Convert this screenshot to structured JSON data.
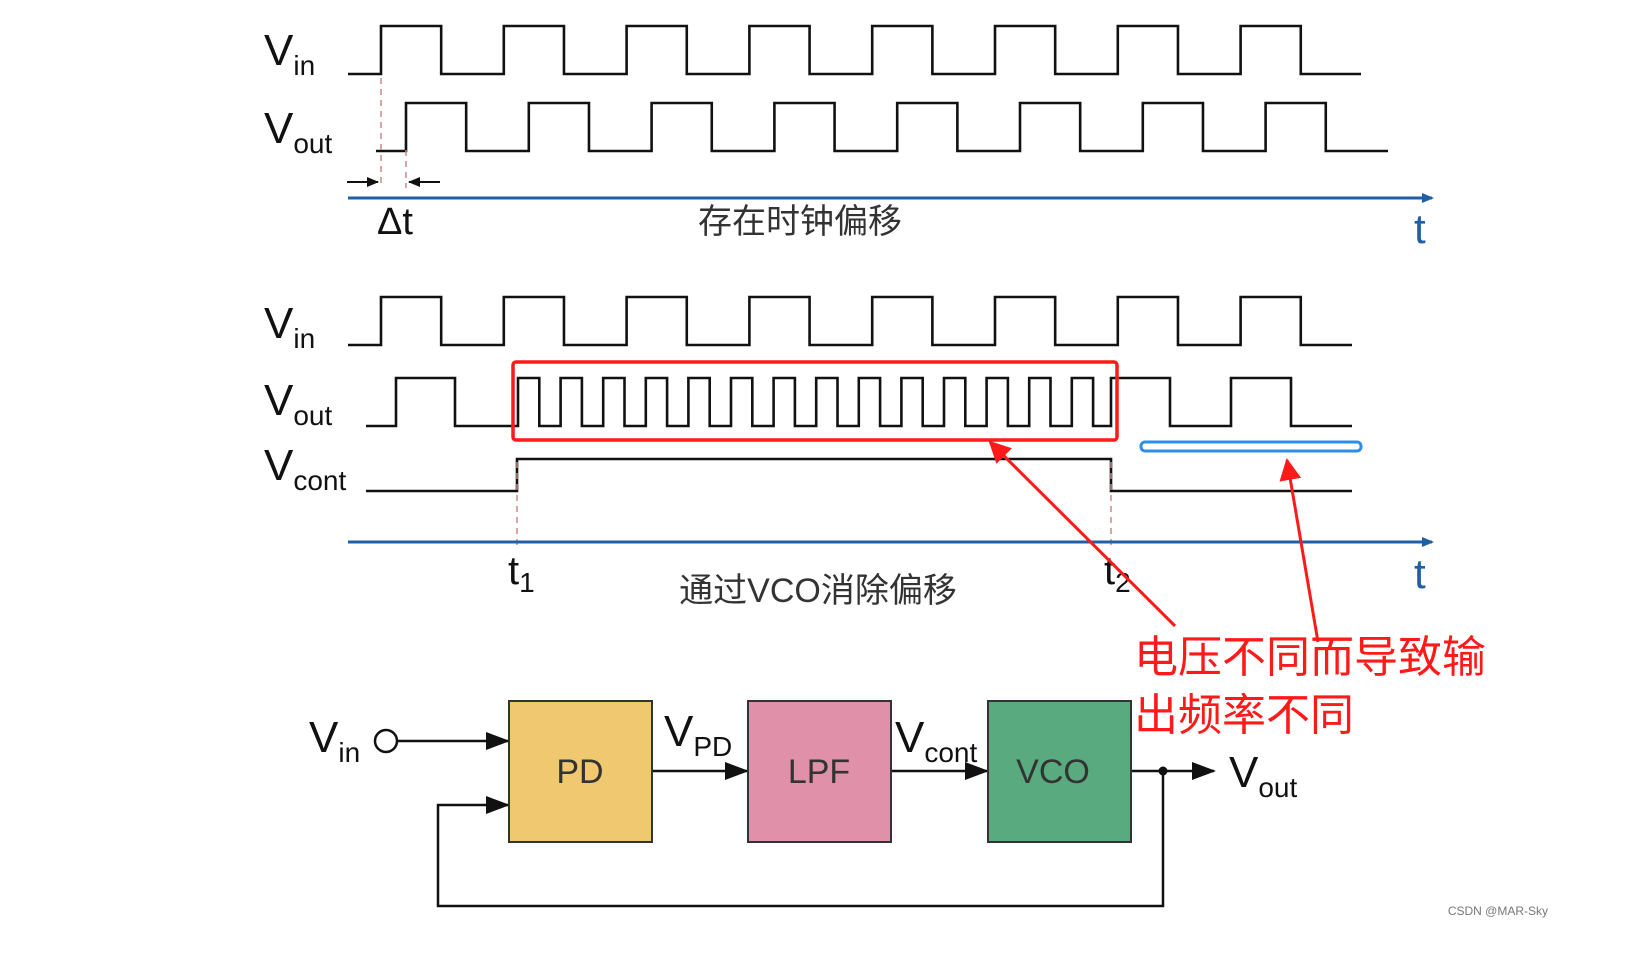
{
  "panel1": {
    "vin": {
      "main": "V",
      "sub": "in"
    },
    "vout": {
      "main": "V",
      "sub": "out"
    },
    "delta_t": "Δt",
    "axis_label": "t",
    "caption": "存在时钟偏移"
  },
  "panel2": {
    "vin": {
      "main": "V",
      "sub": "in"
    },
    "vout": {
      "main": "V",
      "sub": "out"
    },
    "vcont": {
      "main": "V",
      "sub": "cont"
    },
    "t1": {
      "main": "t",
      "sub": "1"
    },
    "t2": {
      "main": "t",
      "sub": "2"
    },
    "axis_label": "t",
    "caption": "通过VCO消除偏移"
  },
  "annotation": {
    "line1": "电压不同而导致输",
    "line2": "出频率不同",
    "color": "#ff1a1a",
    "highlight_color": "#2f8fe8"
  },
  "block_diagram": {
    "vin": {
      "main": "V",
      "sub": "in"
    },
    "vpd": {
      "main": "V",
      "sub": "PD"
    },
    "vcont": {
      "main": "V",
      "sub": "cont"
    },
    "vout": {
      "main": "V",
      "sub": "out"
    },
    "blocks": [
      {
        "name": "pd",
        "label": "PD",
        "color": "#f0c870"
      },
      {
        "name": "lpf",
        "label": "LPF",
        "color": "#e090a8"
      },
      {
        "name": "vco",
        "label": "VCO",
        "color": "#5aaa80"
      }
    ]
  },
  "watermark": "CSDN @MAR-Sky",
  "colors": {
    "axis": "#1f5fa8",
    "wave": "#111111"
  }
}
